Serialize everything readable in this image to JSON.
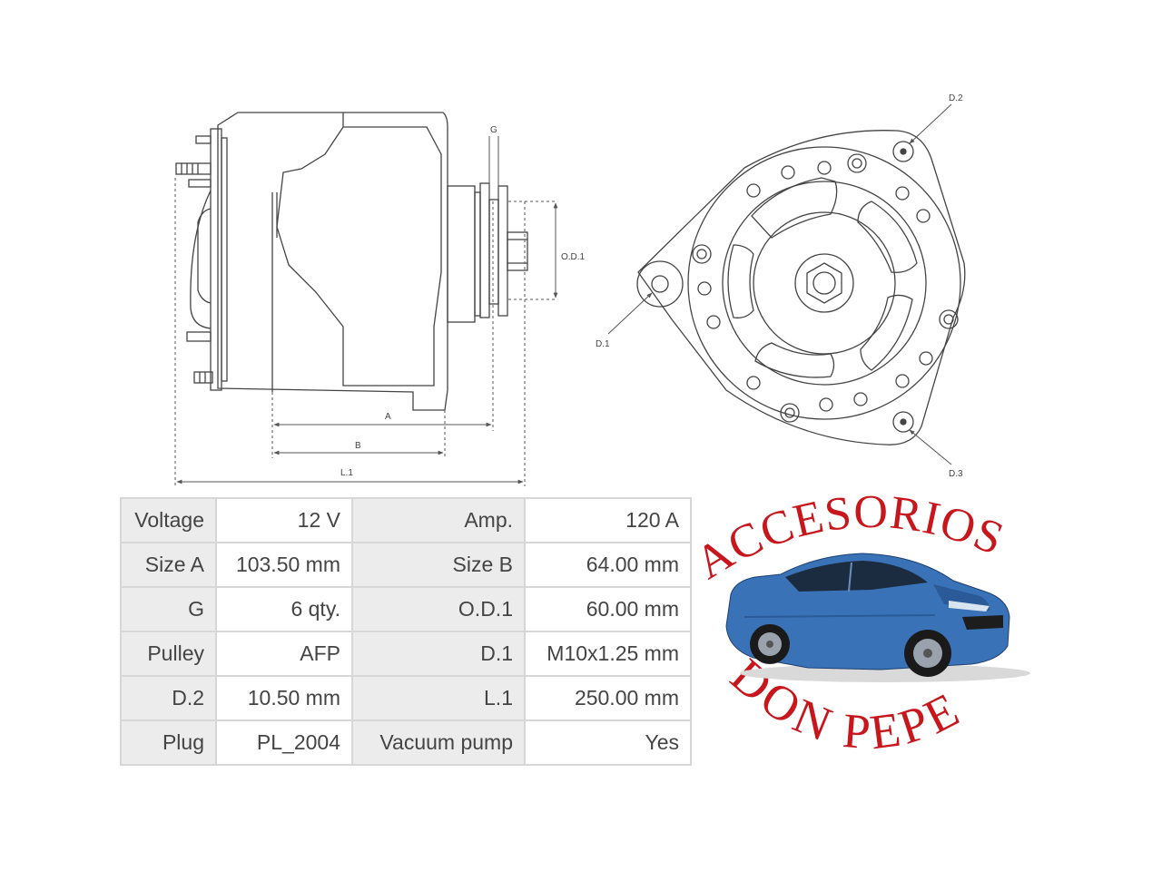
{
  "labels": {
    "g": "G",
    "od1": "O.D.1",
    "a": "A",
    "b": "B",
    "l1": "L.1",
    "d1": "D.1",
    "d2": "D.2",
    "d3": "D.3"
  },
  "specs": [
    [
      "Voltage",
      "12 V",
      "Amp.",
      "120 A"
    ],
    [
      "Size A",
      "103.50 mm",
      "Size B",
      "64.00 mm"
    ],
    [
      "G",
      "6 qty.",
      "O.D.1",
      "60.00 mm"
    ],
    [
      "Pulley",
      "AFP",
      "D.1",
      "M10x1.25 mm"
    ],
    [
      "D.2",
      "10.50 mm",
      "L.1",
      "250.00 mm"
    ],
    [
      "Plug",
      "PL_2004",
      "Vacuum pump",
      "Yes"
    ]
  ],
  "brand": {
    "top_text": "ACCESORIOS",
    "bottom_text": "DON PEPE",
    "text_color": "#c8161d",
    "car_color": "#3a72b8"
  }
}
